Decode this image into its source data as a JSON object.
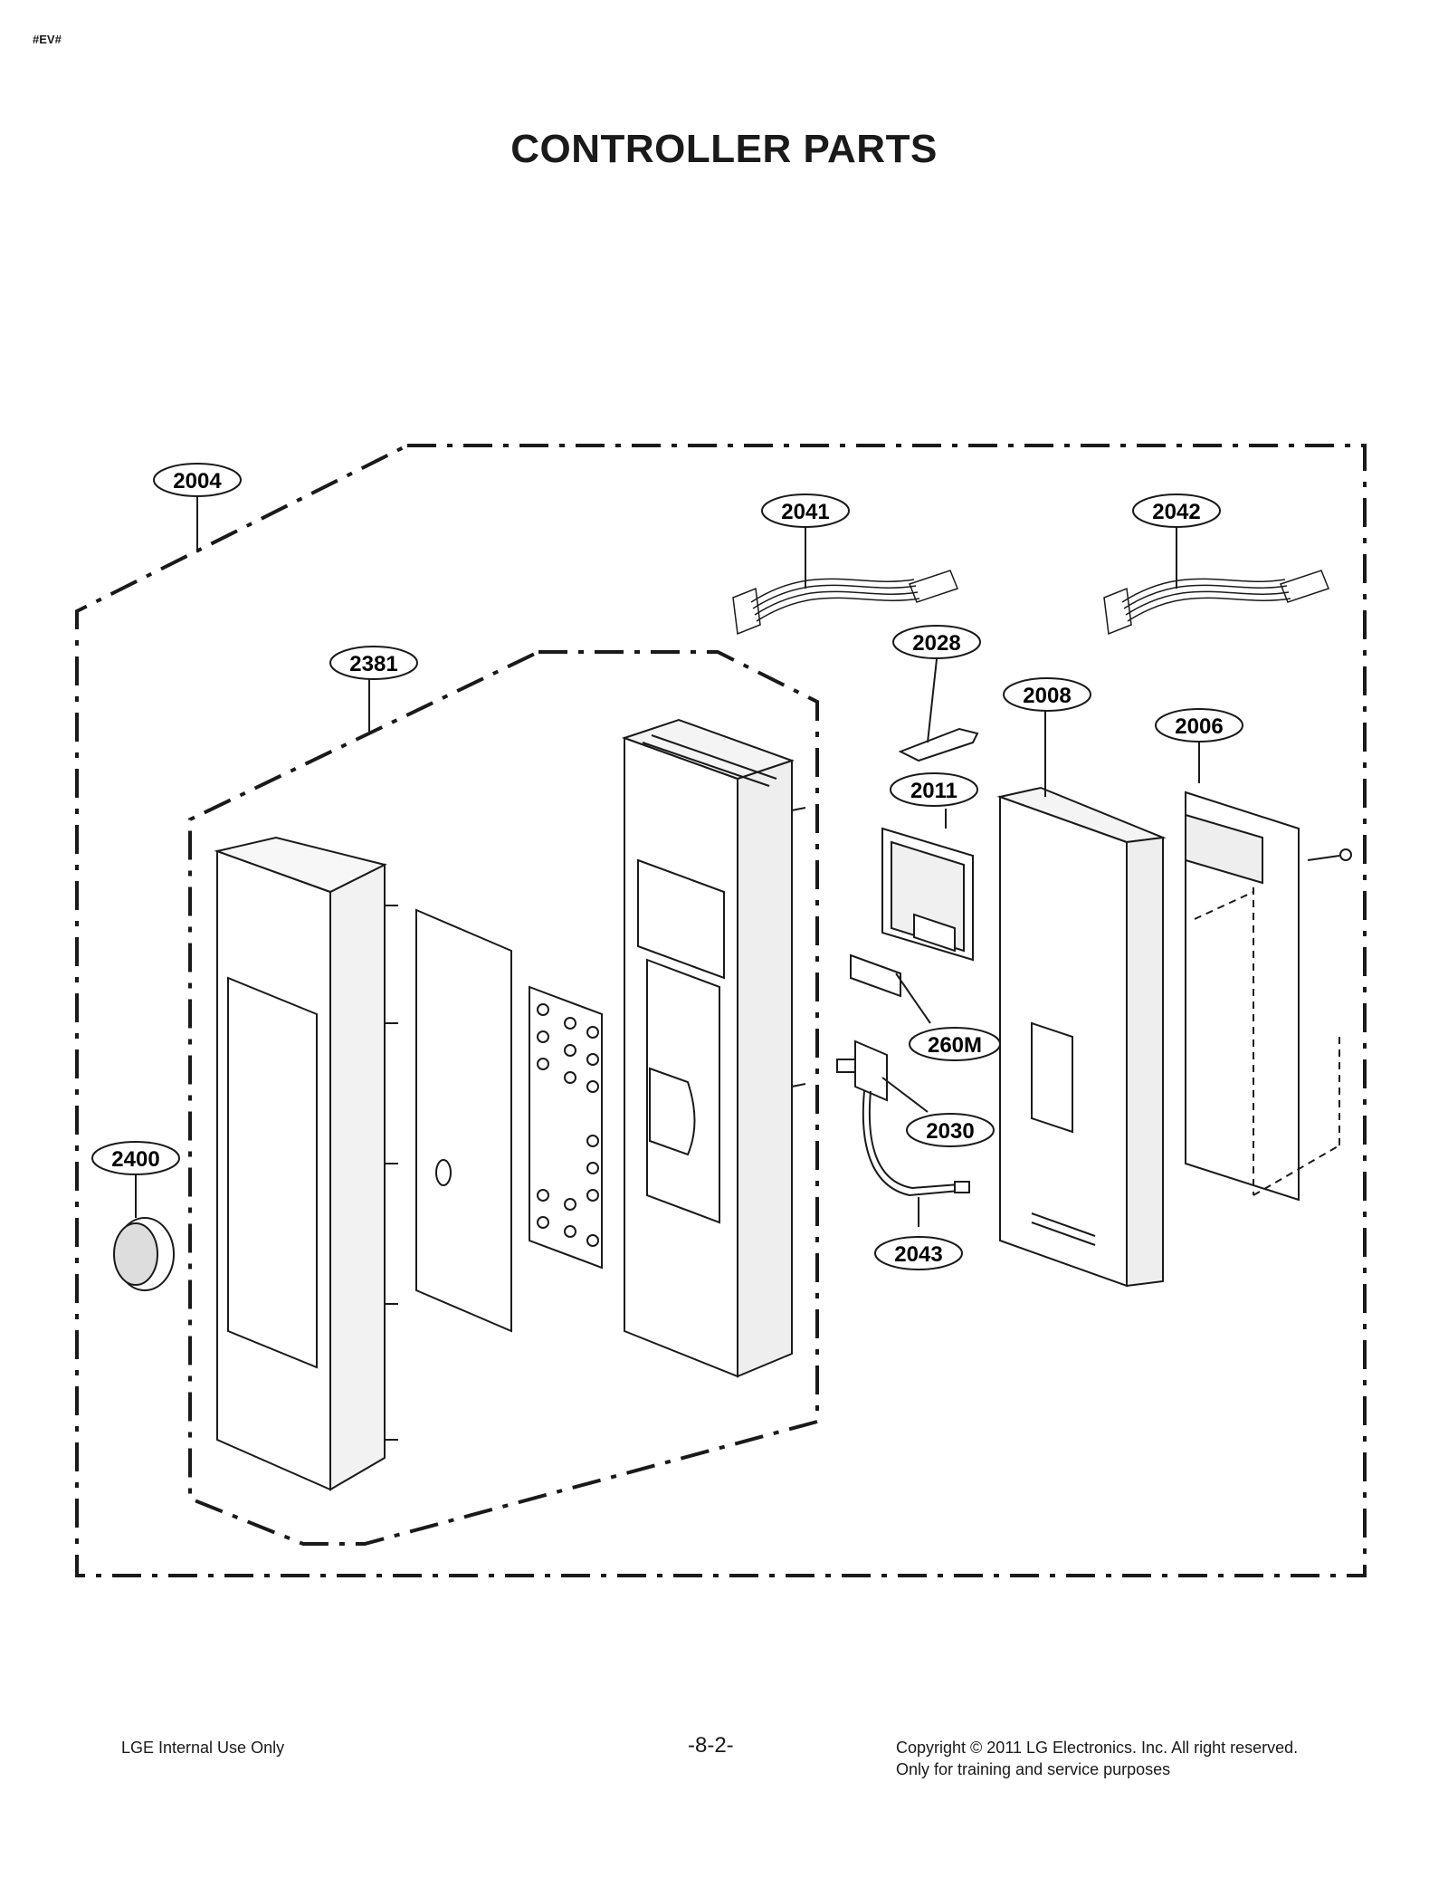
{
  "header": {
    "code": "#EV#",
    "title": "CONTROLLER PARTS"
  },
  "callouts": {
    "c2004": "2004",
    "c2041": "2041",
    "c2042": "2042",
    "c2028": "2028",
    "c2381": "2381",
    "c2008": "2008",
    "c2006": "2006",
    "c2011": "2011",
    "c260M": "260M",
    "c2030": "2030",
    "c2400": "2400",
    "c2043": "2043"
  },
  "footer": {
    "left": "LGE Internal Use Only",
    "center": "-8-2-",
    "right_line1": "Copyright © 2011 LG Electronics. Inc. All right reserved.",
    "right_line2": "Only for training and service purposes"
  },
  "colors": {
    "ink": "#1a1a1a",
    "background": "#ffffff"
  }
}
